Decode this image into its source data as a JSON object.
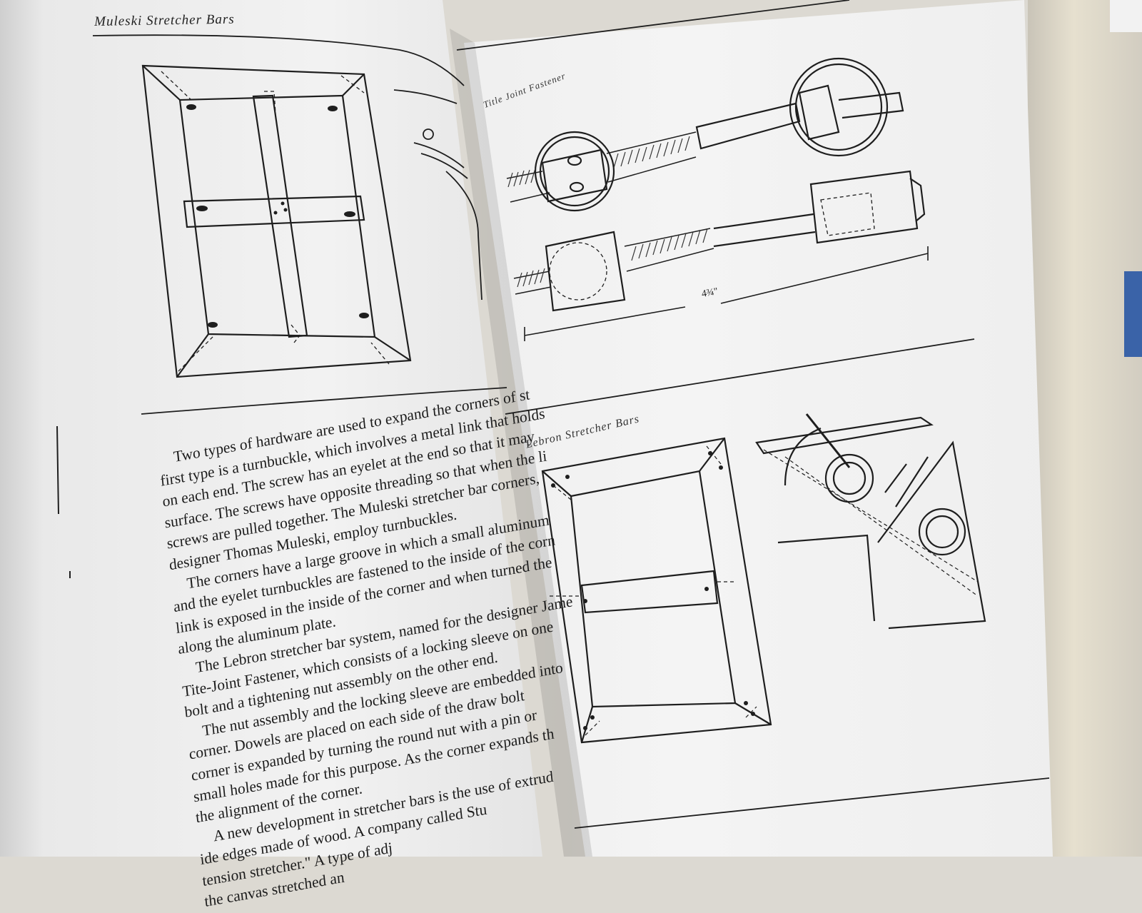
{
  "left_page": {
    "running_head": "Muleski Stretcher Bars",
    "paragraphs": [
      {
        "indent": true,
        "text": "Two types of hardware are used to expand the corners of st"
      },
      {
        "indent": false,
        "text": "first type is a turnbuckle, which involves a metal link that holds"
      },
      {
        "indent": false,
        "text": "on each end. The screw has an eyelet at the end so that it may"
      },
      {
        "indent": false,
        "text": "surface. The screws have opposite threading so that when the li"
      },
      {
        "indent": false,
        "text": "screws are pulled together. The Muleski stretcher bar corners,"
      },
      {
        "indent": false,
        "text": "designer Thomas Muleski, employ turnbuckles."
      },
      {
        "indent": true,
        "text": "The corners have a large groove in which a small aluminum"
      },
      {
        "indent": false,
        "text": "and the eyelet turnbuckles are fastened to the inside of the corn"
      },
      {
        "indent": false,
        "text": "link is exposed in the inside of the corner and when turned the"
      },
      {
        "indent": false,
        "text": "along the aluminum plate."
      },
      {
        "indent": true,
        "text": "The Lebron stretcher bar system, named for the designer Jame"
      },
      {
        "indent": false,
        "text": "Tite-Joint Fastener, which consists of a locking sleeve on one"
      },
      {
        "indent": false,
        "text": "bolt and a tightening nut assembly on the other end."
      },
      {
        "indent": true,
        "text": "The nut assembly and the locking sleeve are embedded into"
      },
      {
        "indent": false,
        "text": "corner. Dowels are placed on each side of the draw bolt"
      },
      {
        "indent": false,
        "text": "corner is expanded by turning the round nut with a pin or"
      },
      {
        "indent": false,
        "text": "small holes made for this purpose. As the corner expands th"
      },
      {
        "indent": false,
        "text": "the alignment of the corner."
      },
      {
        "indent": true,
        "text": "A new development in stretcher bars is the use of extrud"
      },
      {
        "indent": false,
        "text": "      ide edges made of wood. A company called Stu"
      },
      {
        "indent": false,
        "text": "                              tension stretcher.\" A type of adj"
      },
      {
        "indent": false,
        "text": "                                                     the canvas stretched an"
      }
    ]
  },
  "right_page": {
    "caption_top": "Title Joint Fastener",
    "dimension_label": "4¾\"",
    "caption_bottom": "Lebron Stretcher Bars"
  }
}
